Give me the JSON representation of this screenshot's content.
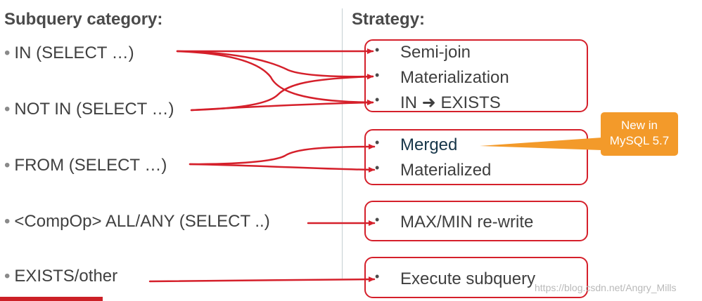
{
  "headers": {
    "category": "Subquery category:",
    "strategy": "Strategy:"
  },
  "categories": [
    "IN (SELECT …)",
    "NOT IN (SELECT …)",
    "FROM (SELECT …)",
    "<CompOp> ALL/ANY (SELECT ..)",
    "EXISTS/other"
  ],
  "strategies": {
    "group1": [
      "Semi-join",
      "Materialization",
      "IN",
      "➜",
      "EXISTS"
    ],
    "group2": [
      "Merged",
      "Materialized"
    ],
    "group3": [
      "MAX/MIN re-write"
    ],
    "group4": [
      "Execute subquery"
    ]
  },
  "bullet": "•",
  "callout": {
    "line1": "New in",
    "line2": "MySQL 5.7"
  },
  "watermark": "https://blog.csdn.net/Angry_Mills",
  "colors": {
    "accent_red": "#d5202b",
    "callout_orange": "#f39a2a",
    "text": "#3f3f3f"
  }
}
